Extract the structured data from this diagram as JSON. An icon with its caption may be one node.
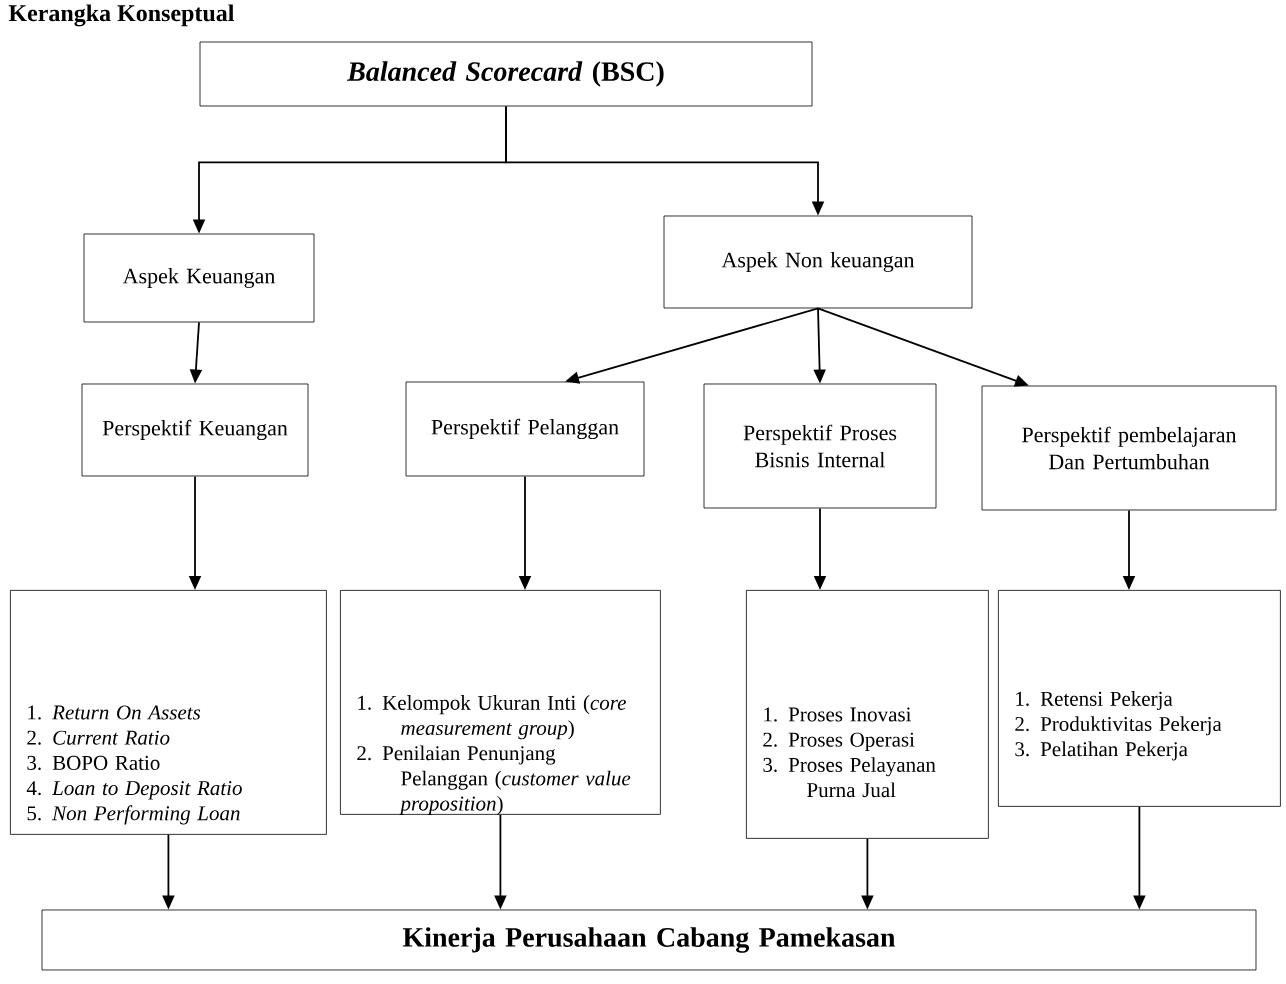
{
  "diagram": {
    "title": "Kerangka Konseptual",
    "nodes": [
      {
        "text": [
          "*Balanced Scorecard* (BSC)"
        ]
      },
      {
        "text": [
          "Aspek Keuangan"
        ]
      },
      {
        "text": [
          "Aspek Non keuangan"
        ]
      },
      {
        "text": [
          "Perspektif Keuangan"
        ]
      },
      {
        "text": [
          "Perspektif Pelanggan"
        ]
      },
      {
        "text": [
          "Perspektif Proses Bisnis Internal"
        ]
      },
      {
        "text": [
          "Perspektif pembelajaran Dan Pertumbuhan"
        ]
      },
      {
        "text": [
          "1. *Return On Assets*",
          "2. *Current Ratio*",
          "3. BOPO Ratio",
          "4. *Loan to Deposit Ratio*",
          "5. *Non Performing Loan*"
        ]
      },
      {
        "text": [
          "1. Kelompok Ukuran Inti (*core measurement group*)",
          "2. Penilaian Penunjang Pelanggan (*customer value proposition*)"
        ]
      },
      {
        "text": [
          "1. Proses Inovasi",
          "2. Proses Operasi",
          "3. Proses Pelayanan Purna Jual"
        ]
      },
      {
        "text": [
          "1. Retensi Pekerja",
          "2. Produktivitas Pekerja",
          "3. Pelatihan Pekerja"
        ]
      },
      {
        "text": [
          "Kinerja Perusahaan Cabang Pamekasan"
        ]
      }
    ],
    "edges": [
      {
        "from": 0,
        "to": 1,
        "arrow": "to"
      },
      {
        "from": 0,
        "to": 2,
        "arrow": "to"
      },
      {
        "from": 1,
        "to": 3,
        "arrow": "to"
      },
      {
        "from": 2,
        "to": 4,
        "arrow": "to"
      },
      {
        "from": 2,
        "to": 5,
        "arrow": "to"
      },
      {
        "from": 2,
        "to": 6,
        "arrow": "to"
      },
      {
        "from": 3,
        "to": 7,
        "arrow": "to"
      },
      {
        "from": 4,
        "to": 8,
        "arrow": "to"
      },
      {
        "from": 5,
        "to": 9,
        "arrow": "to"
      },
      {
        "from": 6,
        "to": 10,
        "arrow": "to"
      },
      {
        "from": 7,
        "to": 11,
        "arrow": "to"
      },
      {
        "from": 8,
        "to": 11,
        "arrow": "to"
      },
      {
        "from": 9,
        "to": 11,
        "arrow": "to"
      },
      {
        "from": 10,
        "to": 11,
        "arrow": "to"
      }
    ]
  }
}
